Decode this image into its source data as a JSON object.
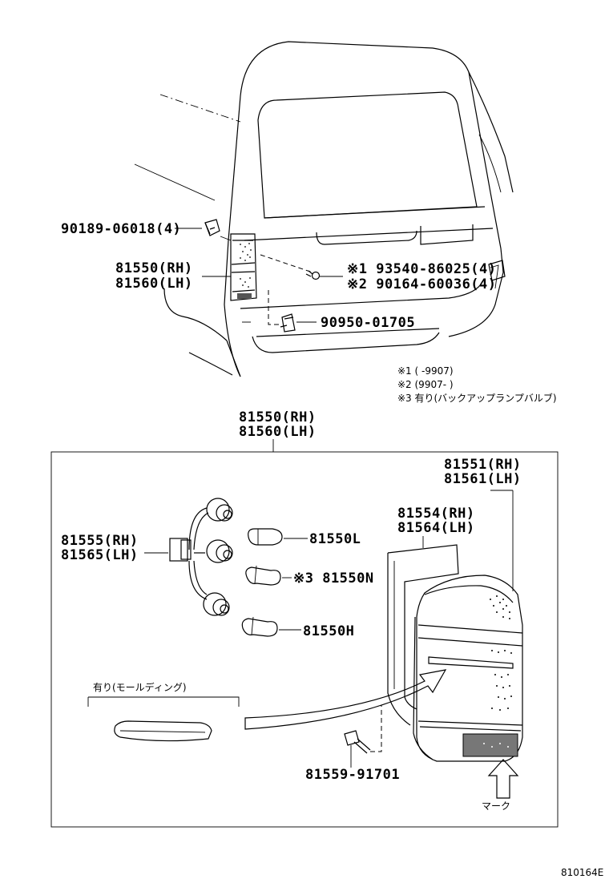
{
  "labels": {
    "p_90189": "90189-06018(4)",
    "p_81550_rh_top": "81550(RH)",
    "p_81560_lh_top": "81560(LH)",
    "p_93540": "※1 93540-86025(4)",
    "p_90164": "※2 90164-60036(4)",
    "p_90950": "90950-01705",
    "note1": "※1 (      -9907)",
    "note2": "※2 (9907-      )",
    "note3": "※3 有り(バックアップランプバルブ)",
    "box_81550_rh": "81550(RH)",
    "box_81560_lh": "81560(LH)",
    "p_81551_rh": "81551(RH)",
    "p_81561_lh": "81561(LH)",
    "p_81554_rh": "81554(RH)",
    "p_81564_lh": "81564(LH)",
    "p_81555_rh": "81555(RH)",
    "p_81565_lh": "81565(LH)",
    "p_81550L": "81550L",
    "p_81550N": "※3 81550N",
    "p_81550H": "81550H",
    "molding_note": "有り(モールディング)",
    "p_81559": "81559-91701",
    "mark": "マーク",
    "diagram_id": "810164E"
  }
}
